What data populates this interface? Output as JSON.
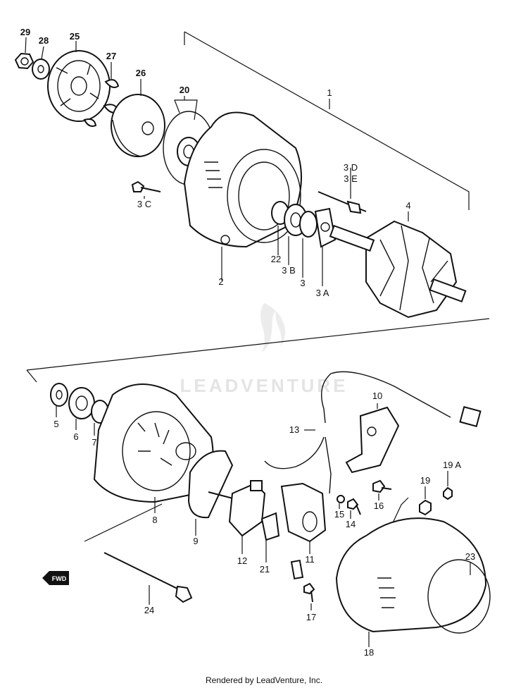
{
  "watermark": "LEADVENTURE",
  "footer": "Rendered by LeadVenture, Inc.",
  "fwd_badge": "FWD",
  "labels": {
    "l1": "1",
    "l2": "2",
    "l3": "3",
    "l3a": "3 A",
    "l3b": "3 B",
    "l3c": "3 C",
    "l3d": "3 D",
    "l3e": "3 E",
    "l4": "4",
    "l5": "5",
    "l6": "6",
    "l7": "7",
    "l8": "8",
    "l9": "9",
    "l10": "10",
    "l11": "11",
    "l12": "12",
    "l13": "13",
    "l14": "14",
    "l15": "15",
    "l16": "16",
    "l17": "17",
    "l18": "18",
    "l19": "19",
    "l19a": "19 A",
    "l20": "20",
    "l21": "21",
    "l22": "22",
    "l23": "23",
    "l24": "24",
    "l25": "25",
    "l26": "26",
    "l27": "27",
    "l28": "28",
    "l29": "29"
  }
}
